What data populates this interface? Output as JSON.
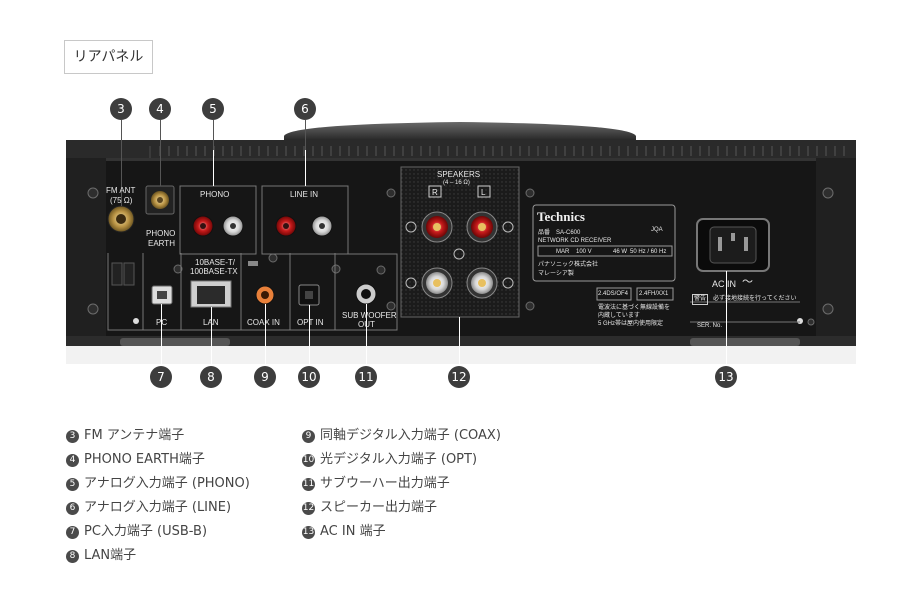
{
  "title": "リアパネル",
  "badges": [
    "3",
    "4",
    "5",
    "6",
    "7",
    "8",
    "9",
    "10",
    "11",
    "12",
    "13"
  ],
  "panel_labels": {
    "fm_ant": "FM ANT",
    "fm_ohm": "(75 Ω)",
    "phono_earth_1": "PHONO",
    "phono_earth_2": "EARTH",
    "phono": "PHONO",
    "line_in": "LINE IN",
    "lan_top_1": "10BASE-T/",
    "lan_top_2": "100BASE-TX",
    "pc": "PC",
    "lan": "LAN",
    "coax_in": "COAX IN",
    "opt_in": "OPT IN",
    "sub_woofer_1": "SUB WOOFER",
    "sub_woofer_2": "OUT",
    "speakers": "SPEAKERS",
    "speakers_ohm": "(4 – 16 Ω)",
    "speaker_r": "R",
    "speaker_l": "L",
    "brand": "Technics",
    "model_label": "品番",
    "model": "SA-C600",
    "model_desc": "NETWORK CD RECEIVER",
    "power_spec_1": "MAR",
    "power_spec_2": "100 V",
    "power_spec_3": "46 W",
    "power_spec_4": "50 Hz / 60 Hz",
    "maker": "パナソニック株式会社",
    "origin": "マレーシア製",
    "jqa": "JQA",
    "radio_1": "2.4DS/OF4",
    "radio_2": "2.4FH/XX1",
    "radio_note_1": "電波法に基づく無線設備を",
    "radio_note_2": "内蔵しています",
    "radio_note_3": "5 GHz帯は屋内使用限定",
    "ac_in": "AC IN",
    "ac_symbol": "～",
    "warning_tag": "警告",
    "warning": "必ず接地接続を行ってください",
    "ser_no": "SER. No."
  },
  "legend": [
    {
      "num": "3",
      "text": "FM アンテナ端子"
    },
    {
      "num": "4",
      "text": "PHONO EARTH端子"
    },
    {
      "num": "5",
      "text": "アナログ入力端子 (PHONO)"
    },
    {
      "num": "6",
      "text": "アナログ入力端子 (LINE)"
    },
    {
      "num": "7",
      "text": "PC入力端子 (USB-B)"
    },
    {
      "num": "8",
      "text": "LAN端子"
    },
    {
      "num": "9",
      "text": "同軸デジタル入力端子 (COAX)"
    },
    {
      "num": "10",
      "text": "光デジタル入力端子 (OPT)"
    },
    {
      "num": "11",
      "text": "サブウーハー出力端子"
    },
    {
      "num": "12",
      "text": "スピーカー出力端子"
    },
    {
      "num": "13",
      "text": "AC IN 端子"
    }
  ]
}
